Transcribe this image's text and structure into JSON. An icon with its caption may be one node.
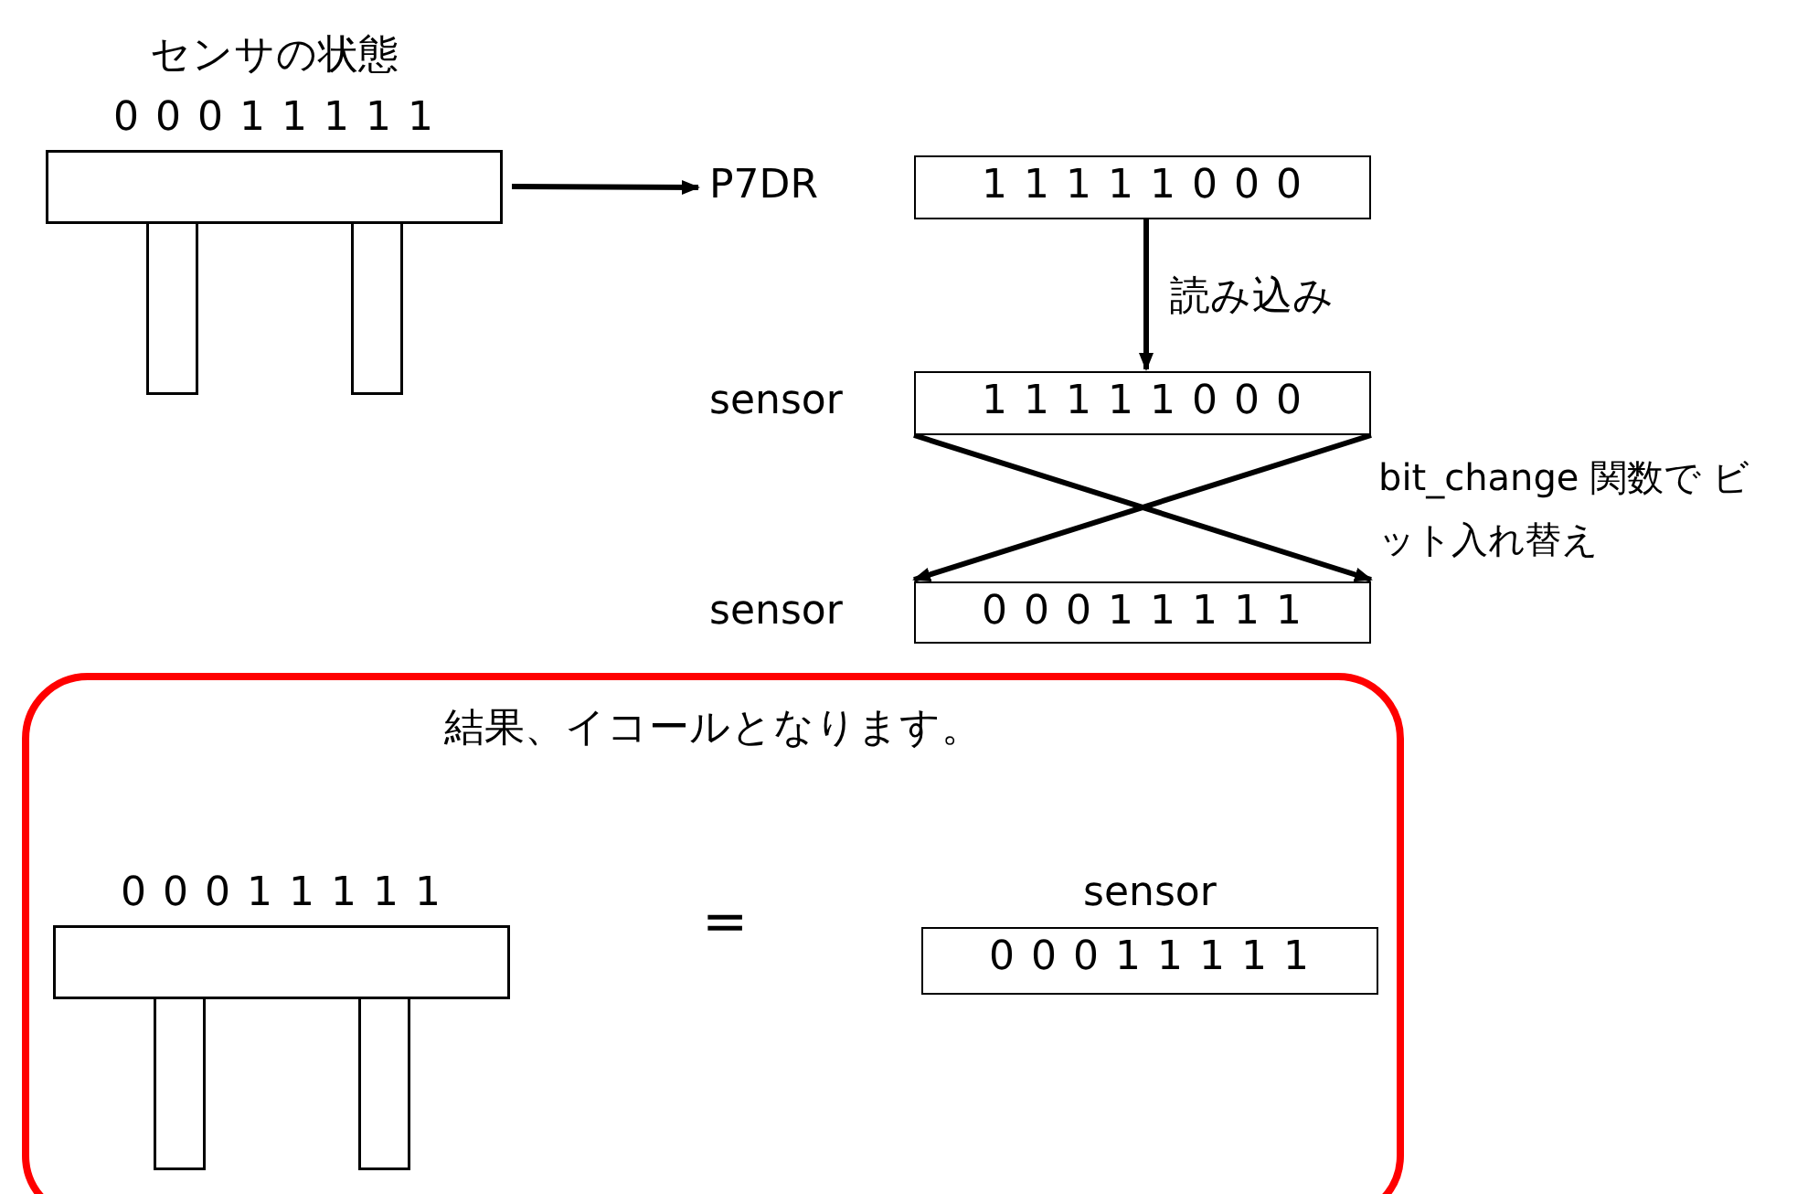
{
  "diagram": {
    "nodes": [
      {
        "text": [
          "センサの状態",
          "0 0 0 1 1 1 1 1"
        ]
      },
      {
        "text": [
          "1 1 1 1 1 0 0 0"
        ],
        "beside": [
          "P7DR"
        ]
      },
      {
        "text": [
          "1 1 1 1 1 0 0 0"
        ],
        "beside": [
          "sensor"
        ]
      },
      {
        "text": [
          "0 0 0 1 1 1 1 1"
        ],
        "beside": [
          "sensor"
        ]
      },
      {
        "text": [
          "結果、イコールとなります。"
        ]
      },
      {
        "text": [
          "0 0 0 1 1 1 1 1"
        ],
        "in": 4
      },
      {
        "text": [
          "0 0 0 1 1 1 1 1"
        ],
        "beside": [
          "sensor"
        ],
        "in": 4
      }
    ],
    "edges": [
      {
        "from": 0,
        "to": 1,
        "arrow": "to"
      },
      {
        "from": 1,
        "to": 2,
        "arrow": "to",
        "label": "読み込み"
      },
      {
        "from": 2,
        "to": 3,
        "arrow": "to"
      },
      {
        "from": 2,
        "to": 3,
        "arrow": "to"
      }
    ],
    "labels": [
      "bit_change 関数で ビット入れ替え",
      "="
    ]
  }
}
